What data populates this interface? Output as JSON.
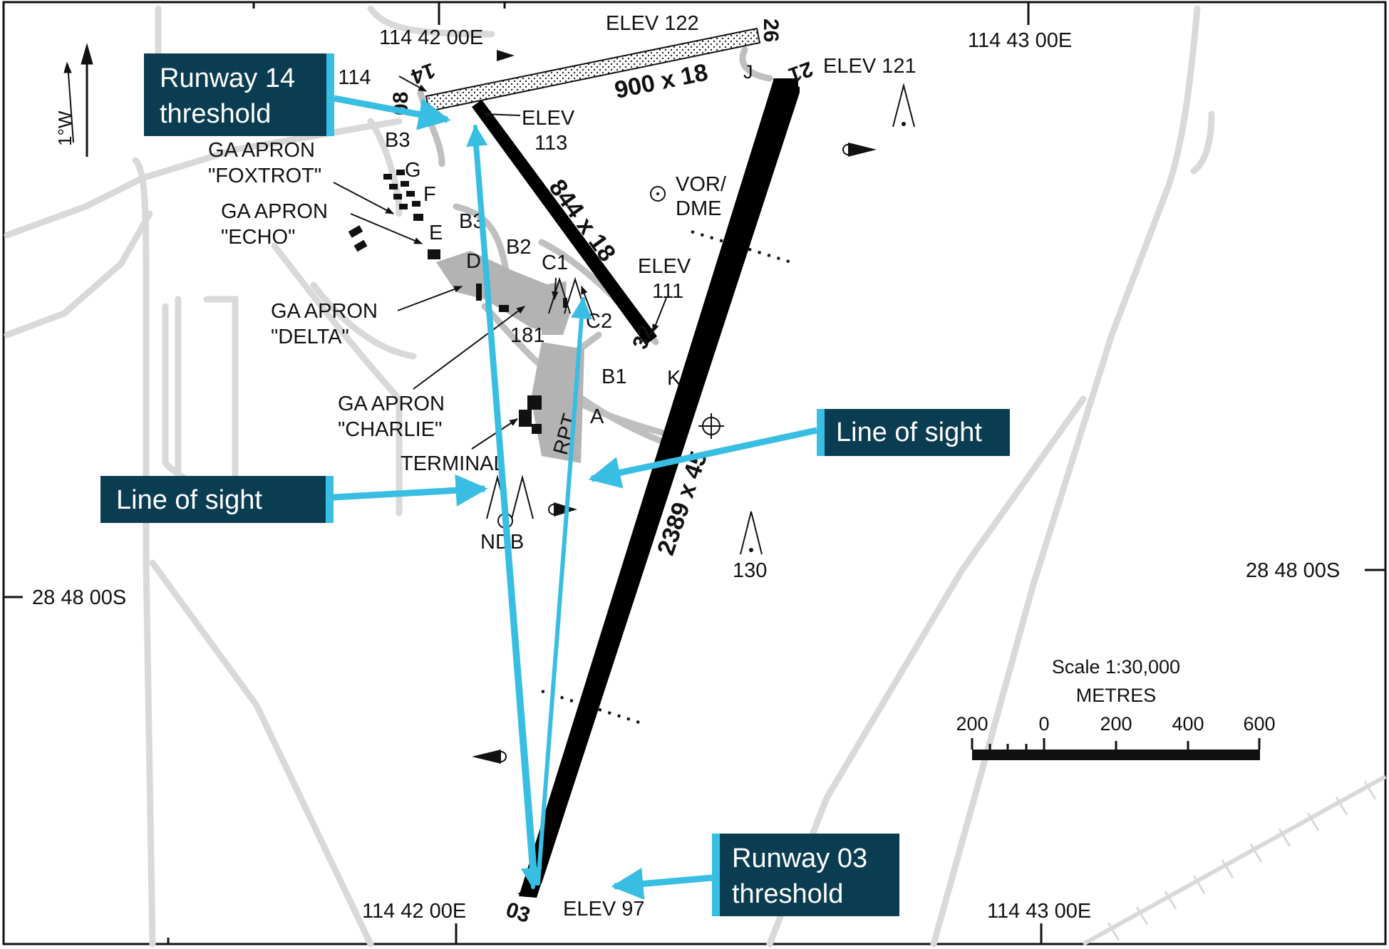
{
  "coords": {
    "lon_top_left": "114 42 00E",
    "lon_top_right": "114 43 00E",
    "lon_bottom_left": "114 42 00E",
    "lon_bottom_right": "114 43 00E",
    "lat_left": "28 48 00S",
    "lat_right": "28 48 00S"
  },
  "north": {
    "variation": "1°W"
  },
  "runway_14_32": {
    "dims": "844 x 18",
    "end_a": "14",
    "end_b": "32"
  },
  "runway_08_26": {
    "dims": "900 x 18",
    "end_a": "08",
    "end_b": "26"
  },
  "runway_03_21": {
    "dims": "2389 x 45",
    "end_a": "03",
    "end_b": "21"
  },
  "elevations": {
    "elev_122": "ELEV 122",
    "elev_121": "ELEV 121",
    "elev_114": "ELEV 114",
    "elev_113_line1": "ELEV",
    "elev_113_line2": "113",
    "elev_111_line1": "ELEV",
    "elev_111_line2": "111",
    "elev_97": "ELEV 97",
    "elev_181": "181",
    "elev_130": "130"
  },
  "taxiways": [
    "J",
    "B3",
    "G",
    "F",
    "E",
    "B3",
    "D",
    "B2",
    "C1",
    "C2",
    "B1",
    "K",
    "A"
  ],
  "aprons": {
    "foxtrot_1": "GA APRON",
    "foxtrot_2": "\"FOXTROT\"",
    "echo_1": "GA APRON",
    "echo_2": "\"ECHO\"",
    "delta_1": "GA APRON",
    "delta_2": "\"DELTA\"",
    "charlie_1": "GA APRON",
    "charlie_2": "\"CHARLIE\""
  },
  "facilities": {
    "terminal": "TERMINAL",
    "rpt": "RPT",
    "vor_1": "VOR/",
    "vor_2": "DME",
    "ndb": "NDB"
  },
  "scale": {
    "title": "Scale 1:30,000",
    "unit": "METRES",
    "ticks": [
      "200",
      "0",
      "200",
      "400",
      "600"
    ]
  },
  "callouts": {
    "rwy14_line1": "Runway 14",
    "rwy14_line2": "threshold",
    "los_right": "Line of sight",
    "los_left": "Line of sight",
    "rwy03_line1": "Runway 03",
    "rwy03_line2": "threshold"
  },
  "colors": {
    "callout_bg": "#0b3d52",
    "callout_accent": "#38bde3",
    "arrow": "#38bde3",
    "road": "#d9d9d9",
    "apron": "#b3b3b3",
    "runway": "#000000"
  }
}
